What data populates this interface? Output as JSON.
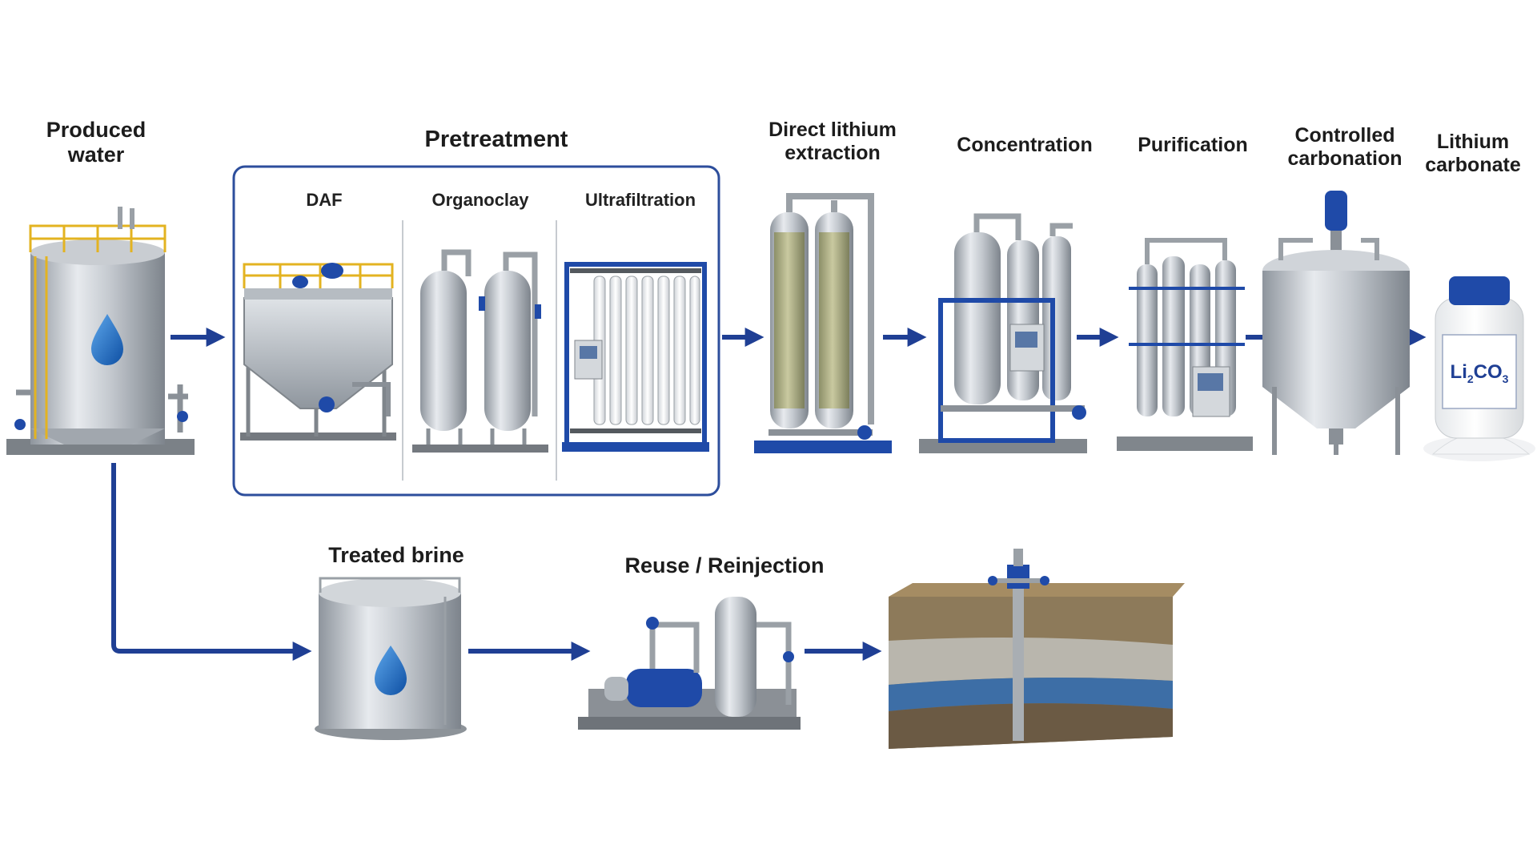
{
  "top_row": {
    "produced_water": "Produced\nwater",
    "pretreatment": "Pretreatment",
    "daf": "DAF",
    "organoclay": "Organoclay",
    "ultrafiltration": "Ultrafiltration",
    "direct_lithium_extraction": "Direct lithium\nextraction",
    "concentration": "Concentration",
    "purification": "Purification",
    "controlled_carbonation": "Controlled\ncarbonation",
    "lithium_carbonate": "Lithium\ncarbonate"
  },
  "bottom_row": {
    "treated_brine": "Treated brine",
    "reuse_reinjection": "Reuse / Reinjection"
  },
  "product_label": {
    "main": "Li",
    "sub1": "2",
    "mid": "CO",
    "sub2": "3"
  },
  "colors": {
    "arrow": "#1f3f94",
    "accent_blue": "#1f4aa8",
    "steel": "#b9bfc6",
    "railing": "#e3b321"
  }
}
